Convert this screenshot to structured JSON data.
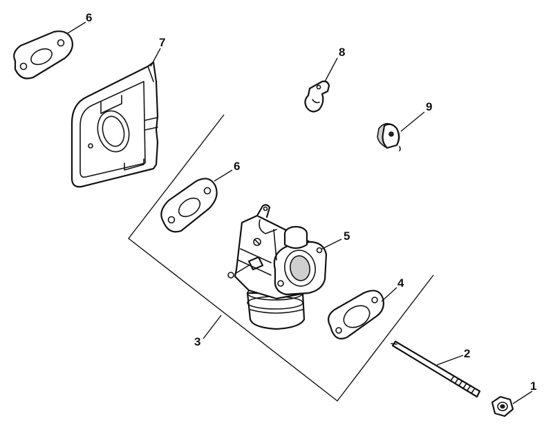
{
  "callouts": [
    {
      "id": "c1",
      "label": "1"
    },
    {
      "id": "c2",
      "label": "2"
    },
    {
      "id": "c3",
      "label": "3"
    },
    {
      "id": "c4",
      "label": "4"
    },
    {
      "id": "c5",
      "label": "5"
    },
    {
      "id": "c6a",
      "label": "6"
    },
    {
      "id": "c6b",
      "label": "6"
    },
    {
      "id": "c7",
      "label": "7"
    },
    {
      "id": "c8",
      "label": "8"
    },
    {
      "id": "c9",
      "label": "9"
    }
  ]
}
